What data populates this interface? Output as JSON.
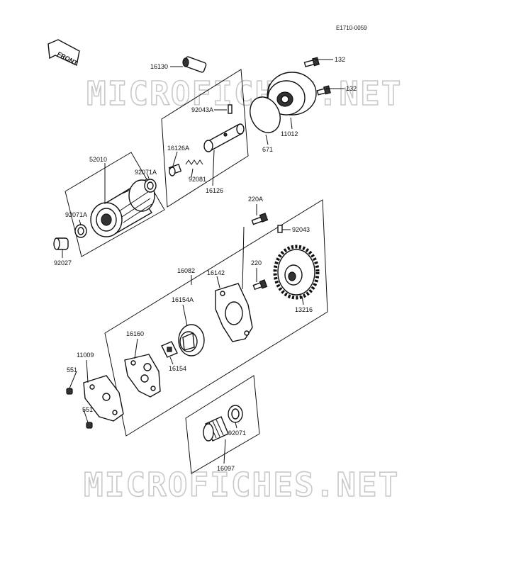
{
  "diagram": {
    "code": "E1710-0059",
    "front_label": "FRONT",
    "watermark": "MICROFICHES.NET",
    "part_labels": {
      "p16130": "16130",
      "p132a": "132",
      "p132b": "132",
      "p92043A": "92043A",
      "p11012": "11012",
      "p671": "671",
      "p16126A": "16126A",
      "p92081": "92081",
      "p16126": "16126",
      "p52010": "52010",
      "p92071A_top": "92071A",
      "p92071A_mid": "92071A",
      "p92027": "92027",
      "p220A": "220A",
      "p92043": "92043",
      "p16082": "16082",
      "p16142": "16142",
      "p220": "220",
      "p13216": "13216",
      "p16154A": "16154A",
      "p16160": "16160",
      "p16154": "16154",
      "p11009": "11009",
      "p551a": "551",
      "p551b": "551",
      "p92071": "92071",
      "p16097": "16097"
    }
  }
}
